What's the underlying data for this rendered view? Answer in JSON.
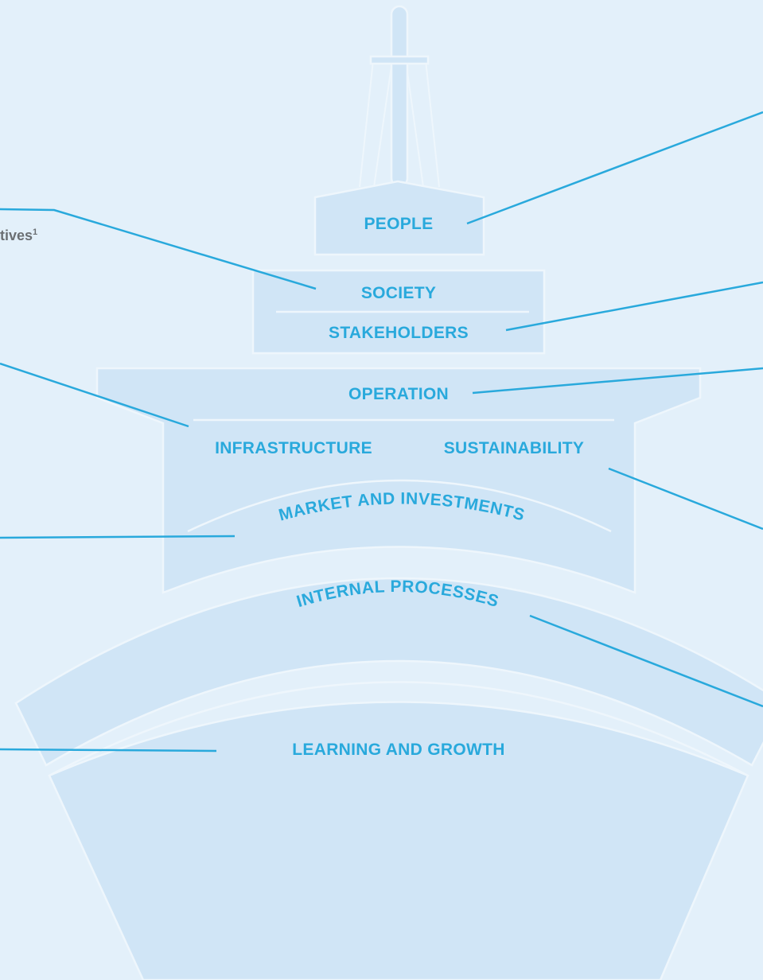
{
  "diagram": {
    "levels": {
      "people": "PEOPLE",
      "society": "SOCIETY",
      "stakeholders": "STAKEHOLDERS",
      "operation": "OPERATION",
      "infrastructure": "INFRASTRUCTURE",
      "sustainability": "SUSTAINABILITY",
      "market_and_investments": "MARKET AND INVESTMENTS",
      "internal_processes": "INTERNAL PROCESSES",
      "learning_and_growth": "LEARNING AND GROWTH"
    },
    "side_text": {
      "main": "tives",
      "superscript": "1"
    }
  },
  "colors": {
    "background": "#e3f0fa",
    "ship_fill": "#d0e5f6",
    "ship_outline": "#eef6fc",
    "accent": "#29a9dc",
    "side_text": "#6b6f73"
  }
}
